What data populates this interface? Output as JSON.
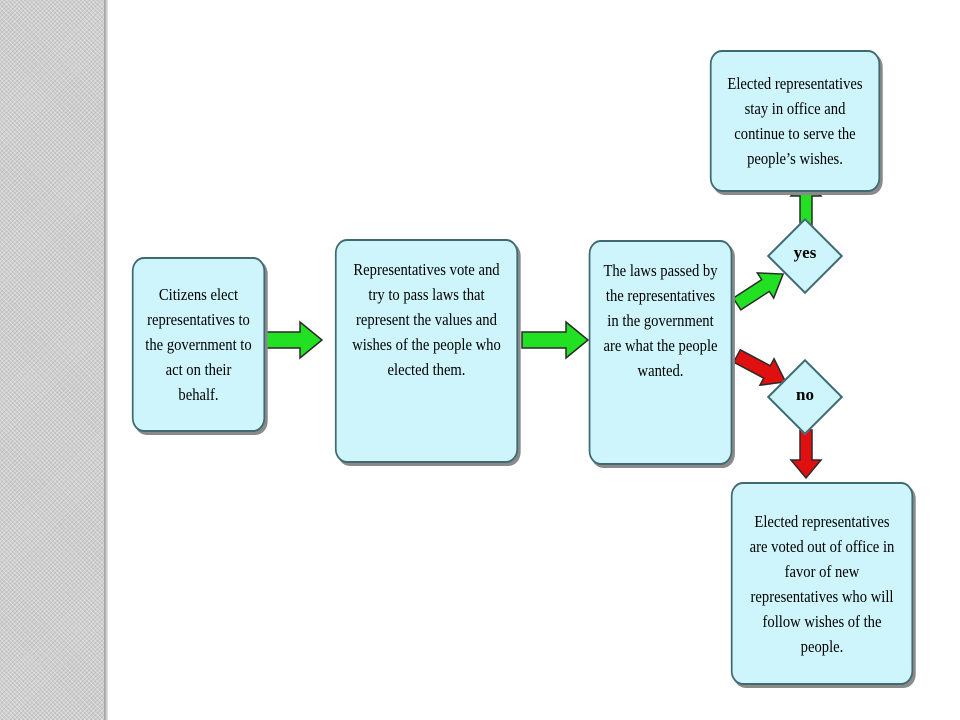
{
  "flow": {
    "citizens": [
      "Citizens elect",
      "representatives to",
      "the government to",
      "act on their",
      "behalf."
    ],
    "vote": [
      "Representatives vote and",
      "try to pass laws that",
      "represent the values and",
      "wishes of the people who",
      "elected them."
    ],
    "laws": [
      "The laws passed by",
      "the representatives",
      "in the government",
      "are what the people",
      "wanted."
    ],
    "yes_outcome": [
      "Elected representatives",
      "stay in office and",
      "continue to serve the",
      "people’s wishes."
    ],
    "no_outcome": [
      "Elected representatives",
      "are voted out of office in",
      "favor of new",
      "representatives who will",
      "follow wishes of the",
      "people."
    ]
  },
  "decisions": {
    "yes": "yes",
    "no": "no"
  },
  "colors": {
    "box_fill": "#cdf5fb",
    "box_border": "#3f6a72",
    "positive_arrow": "#22e022",
    "negative_arrow": "#e01010"
  }
}
